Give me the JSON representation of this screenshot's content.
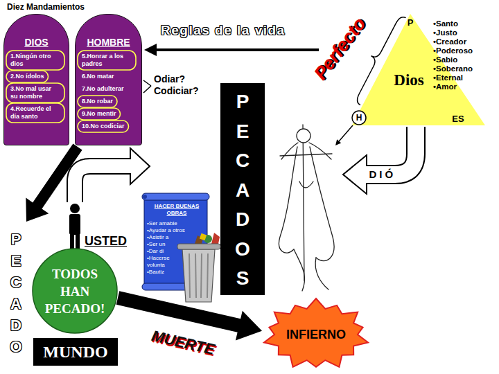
{
  "diagram": {
    "title": "Diez Mandamientos",
    "nodes": [
      {
        "text": [
          "DIOS",
          "1.Ningún otro dios",
          "2.No ídolos",
          "3.No mal usar su nombre",
          "4.Recuerde el día santo"
        ]
      },
      {
        "text": [
          "HOMBRE",
          "5.Honrar a los padres",
          "6.No matar",
          "7.No adulterar",
          "8.No robar",
          "9.No mentir",
          "10.No codiciar"
        ]
      },
      {
        "text": [
          "P",
          "Dios",
          "ES",
          "•Santo",
          "•Justo",
          "•Creador",
          "•Poderoso",
          "•Sabio",
          "•Soberano",
          "•Eternal",
          "•Amor"
        ]
      },
      {
        "text": [
          "H"
        ],
        "in": 2
      },
      {
        "text": [
          "P E C A D O S"
        ]
      },
      {
        "text": [
          "HACER BUENAS OBRAS",
          "•Ser amable",
          "•Ayudar a otros",
          "•Asistir a",
          "•Ser un",
          "•Dar di",
          "•Hacerse volunta",
          "•Bautiz"
        ]
      },
      {
        "text": [
          "TODOS HAN PECADO!"
        ]
      },
      {
        "text": [
          "MUNDO"
        ]
      },
      {
        "text": [
          "INFIERNO"
        ]
      }
    ],
    "edges": [
      {
        "from": 6,
        "to": 8,
        "arrow": "to",
        "label": "MUERTE"
      }
    ],
    "labels": [
      "Reglas de la vida",
      "Perfecto",
      "Odiar? Codiciar?",
      "DIÓ",
      "USTED",
      "P E C A D O"
    ]
  }
}
